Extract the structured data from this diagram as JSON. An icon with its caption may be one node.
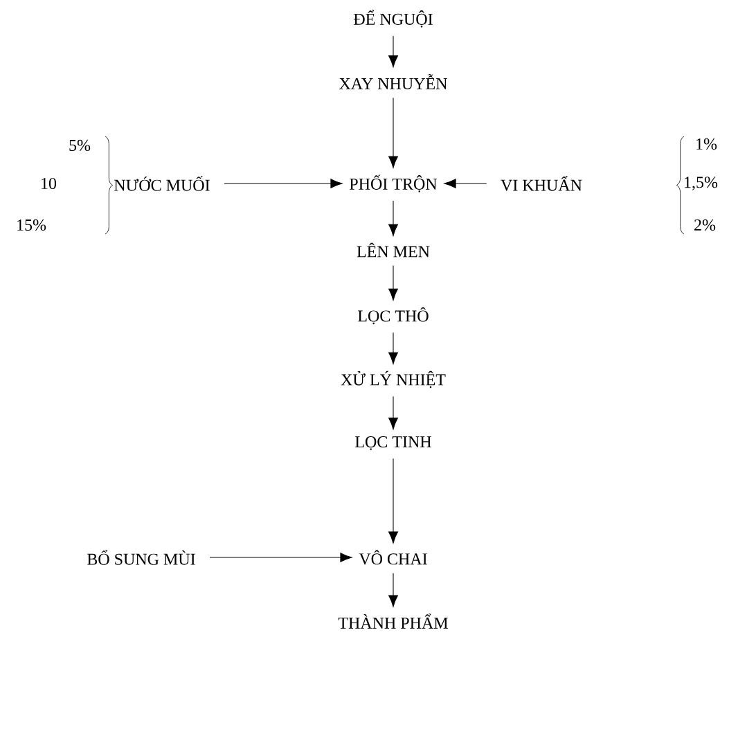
{
  "diagram": {
    "nodes": [
      {
        "text": [
          "ĐỂ NGUỘI"
        ]
      },
      {
        "text": [
          "XAY NHUYỄN"
        ]
      },
      {
        "text": [
          "NƯỚC MUỐI"
        ],
        "beside": [
          "5%",
          "10",
          "15%"
        ]
      },
      {
        "text": [
          "PHỐI TRỘN"
        ]
      },
      {
        "text": [
          "VI KHUẨN"
        ],
        "beside": [
          "1%",
          "1,5%",
          "2%"
        ]
      },
      {
        "text": [
          "LÊN MEN"
        ]
      },
      {
        "text": [
          "LỌC THÔ"
        ]
      },
      {
        "text": [
          "XỬ LÝ NHIỆT"
        ]
      },
      {
        "text": [
          "LỌC TINH"
        ]
      },
      {
        "text": [
          "BỔ SUNG MÙI"
        ]
      },
      {
        "text": [
          "VÔ CHAI"
        ]
      },
      {
        "text": [
          "THÀNH PHẨM"
        ]
      }
    ],
    "edges": [
      {
        "from": 0,
        "to": 1,
        "arrow": "to"
      },
      {
        "from": 1,
        "to": 3,
        "arrow": "to"
      },
      {
        "from": 2,
        "to": 3,
        "arrow": "to"
      },
      {
        "from": 4,
        "to": 3,
        "arrow": "to"
      },
      {
        "from": 3,
        "to": 5,
        "arrow": "to"
      },
      {
        "from": 5,
        "to": 6,
        "arrow": "to"
      },
      {
        "from": 6,
        "to": 7,
        "arrow": "to"
      },
      {
        "from": 7,
        "to": 8,
        "arrow": "to"
      },
      {
        "from": 8,
        "to": 10,
        "arrow": "to"
      },
      {
        "from": 9,
        "to": 10,
        "arrow": "to"
      },
      {
        "from": 10,
        "to": 11,
        "arrow": "to"
      }
    ]
  }
}
